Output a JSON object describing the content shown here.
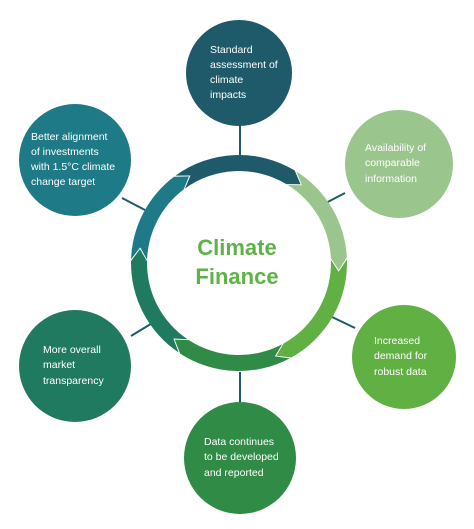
{
  "center": {
    "line1": "Climate",
    "line2": "Finance"
  },
  "nodes": [
    {
      "id": "top",
      "text": "Standard assessment of climate impacts",
      "color": "#1e5a6a"
    },
    {
      "id": "top-right",
      "text": "Availability of comparable information",
      "color": "#9ac68e"
    },
    {
      "id": "bottom-right",
      "text": "Increased demand for robust data",
      "color": "#61b044"
    },
    {
      "id": "bottom",
      "text": "Data continues to be developed and reported",
      "color": "#2f8b45"
    },
    {
      "id": "bottom-left",
      "text": "More overall market transparency",
      "color": "#207a5f"
    },
    {
      "id": "top-left",
      "text": "Better alignment of investments with 1.5°C climate change target",
      "color": "#1d7a86"
    }
  ],
  "colors": {
    "connector": "#1e5a6a",
    "ring_segments": [
      "#1e5a6a",
      "#9ac68e",
      "#61b044",
      "#2f8b45",
      "#207a5f",
      "#1d7a86"
    ]
  }
}
